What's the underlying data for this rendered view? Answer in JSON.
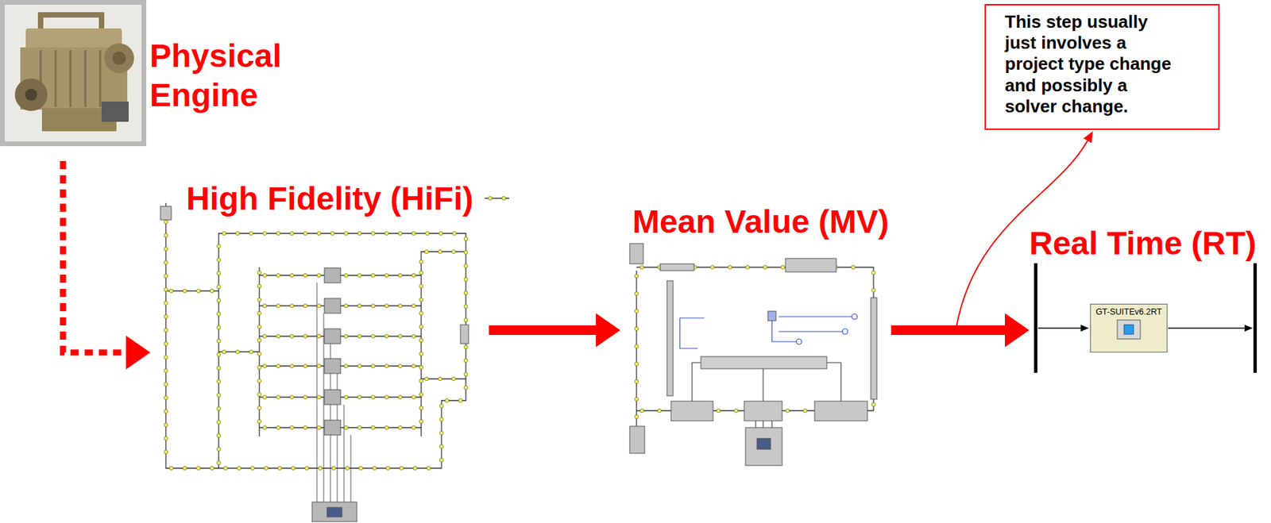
{
  "diagram": {
    "nodes": [
      {
        "text": [
          "Physical Engine"
        ]
      },
      {
        "text": [
          "High Fidelity (HiFi)"
        ]
      },
      {
        "text": [
          "Mean Value (MV)"
        ]
      },
      {
        "text": [
          "Real Time (RT)"
        ]
      },
      {
        "text": [
          "GT-SUITEv6.2RT"
        ],
        "in": 3
      },
      {
        "text": [
          "This step usually just involves a project type change and possibly a solver change."
        ]
      }
    ],
    "edges": [
      {
        "from": 0,
        "to": 1,
        "arrow": "to"
      },
      {
        "from": 1,
        "to": 2,
        "arrow": "to"
      },
      {
        "from": 2,
        "to": 3,
        "arrow": "to"
      }
    ]
  }
}
